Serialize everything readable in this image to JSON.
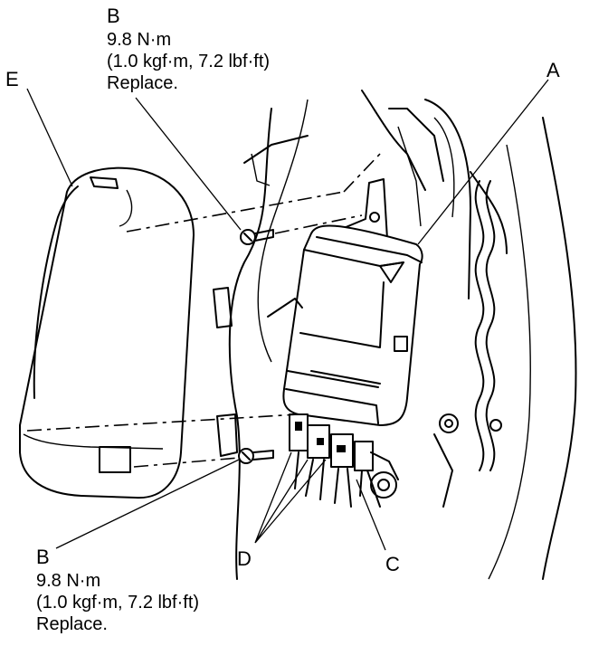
{
  "labels": {
    "a": "A",
    "b_top": "B",
    "b_bottom": "B",
    "c": "C",
    "d": "D",
    "e": "E"
  },
  "torque_top": {
    "nm": "9.8 N·m",
    "imperial": "(1.0 kgf·m, 7.2 lbf·ft)",
    "note": "Replace."
  },
  "torque_bottom": {
    "nm": "9.8 N·m",
    "imperial": "(1.0 kgf·m, 7.2 lbf·ft)",
    "note": "Replace."
  }
}
